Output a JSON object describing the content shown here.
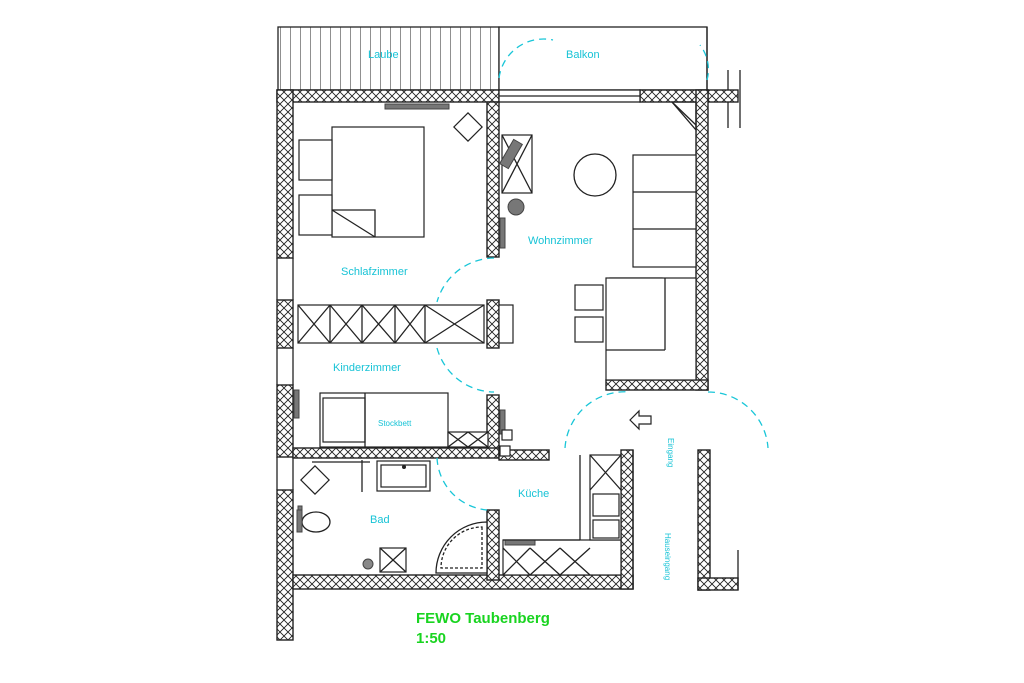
{
  "rooms": {
    "laube": "Laube",
    "balkon": "Balkon",
    "schlafzimmer": "Schlafzimmer",
    "wohnzimmer": "Wohnzimmer",
    "kinderzimmer": "Kinderzimmer",
    "stockbett": "Stockbett",
    "kueche": "Küche",
    "bad": "Bad",
    "eingang": "Eingang",
    "hauseingang": "Hauseingang"
  },
  "title": {
    "name": "FEWO Taubenberg",
    "scale": "1:50"
  },
  "colors": {
    "room_labels": "#17c3d6",
    "title": "#19d420",
    "walls": "#222222"
  }
}
